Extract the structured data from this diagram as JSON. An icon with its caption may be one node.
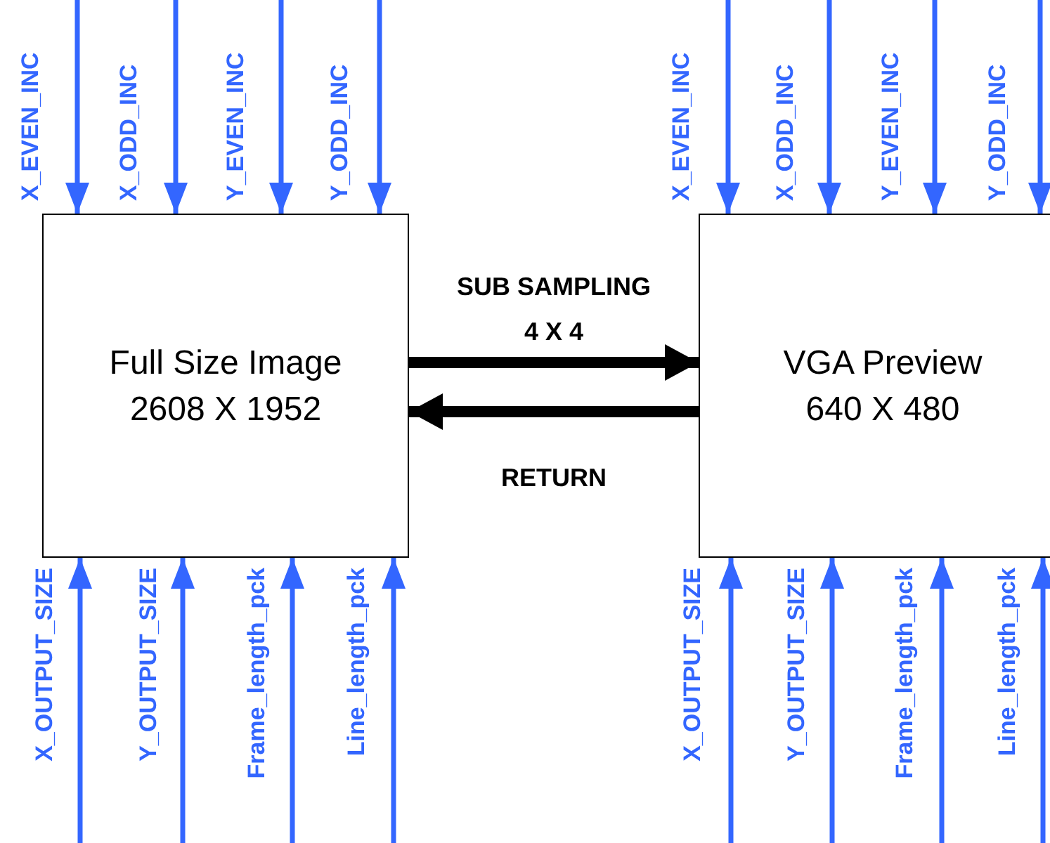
{
  "diagram": {
    "nodes": [
      {
        "text": [
          "Full Size Image",
          "2608 X 1952"
        ]
      },
      {
        "text": [
          "VGA Preview",
          "640 X 480"
        ]
      }
    ],
    "edges": [
      {
        "from": null,
        "to": 0,
        "arrow": "to",
        "label": "X_EVEN_INC"
      },
      {
        "from": null,
        "to": 0,
        "arrow": "to",
        "label": "X_ODD_INC"
      },
      {
        "from": null,
        "to": 0,
        "arrow": "to",
        "label": "Y_EVEN_INC"
      },
      {
        "from": null,
        "to": 0,
        "arrow": "to",
        "label": "Y_ODD_INC"
      },
      {
        "from": null,
        "to": 1,
        "arrow": "to",
        "label": "X_EVEN_INC"
      },
      {
        "from": null,
        "to": 1,
        "arrow": "to",
        "label": "X_ODD_INC"
      },
      {
        "from": null,
        "to": 1,
        "arrow": "to",
        "label": "Y_EVEN_INC"
      },
      {
        "from": null,
        "to": 1,
        "arrow": "to",
        "label": "Y_ODD_INC"
      },
      {
        "from": 0,
        "to": 1,
        "arrow": "to",
        "label": "SUB SAMPLING 4 X 4",
        "style": "thick",
        "color": "#000000"
      },
      {
        "from": 1,
        "to": 0,
        "arrow": "to",
        "label": "RETURN",
        "style": "thick",
        "color": "#000000"
      },
      {
        "from": null,
        "to": 0,
        "arrow": "to",
        "label": "X_OUTPUT_SIZE"
      },
      {
        "from": null,
        "to": 0,
        "arrow": "to",
        "label": "Y_OUTPUT_SIZE"
      },
      {
        "from": null,
        "to": 0,
        "arrow": "to",
        "label": "Frame_length_pck"
      },
      {
        "from": null,
        "to": 0,
        "arrow": "to",
        "label": "Line_length_pck"
      },
      {
        "from": null,
        "to": 1,
        "arrow": "to",
        "label": "X_OUTPUT_SIZE"
      },
      {
        "from": null,
        "to": 1,
        "arrow": "to",
        "label": "Y_OUTPUT_SIZE"
      },
      {
        "from": null,
        "to": 1,
        "arrow": "to",
        "label": "Frame_length_pck"
      },
      {
        "from": null,
        "to": 1,
        "arrow": "to",
        "label": "Line_length_pck"
      }
    ]
  }
}
